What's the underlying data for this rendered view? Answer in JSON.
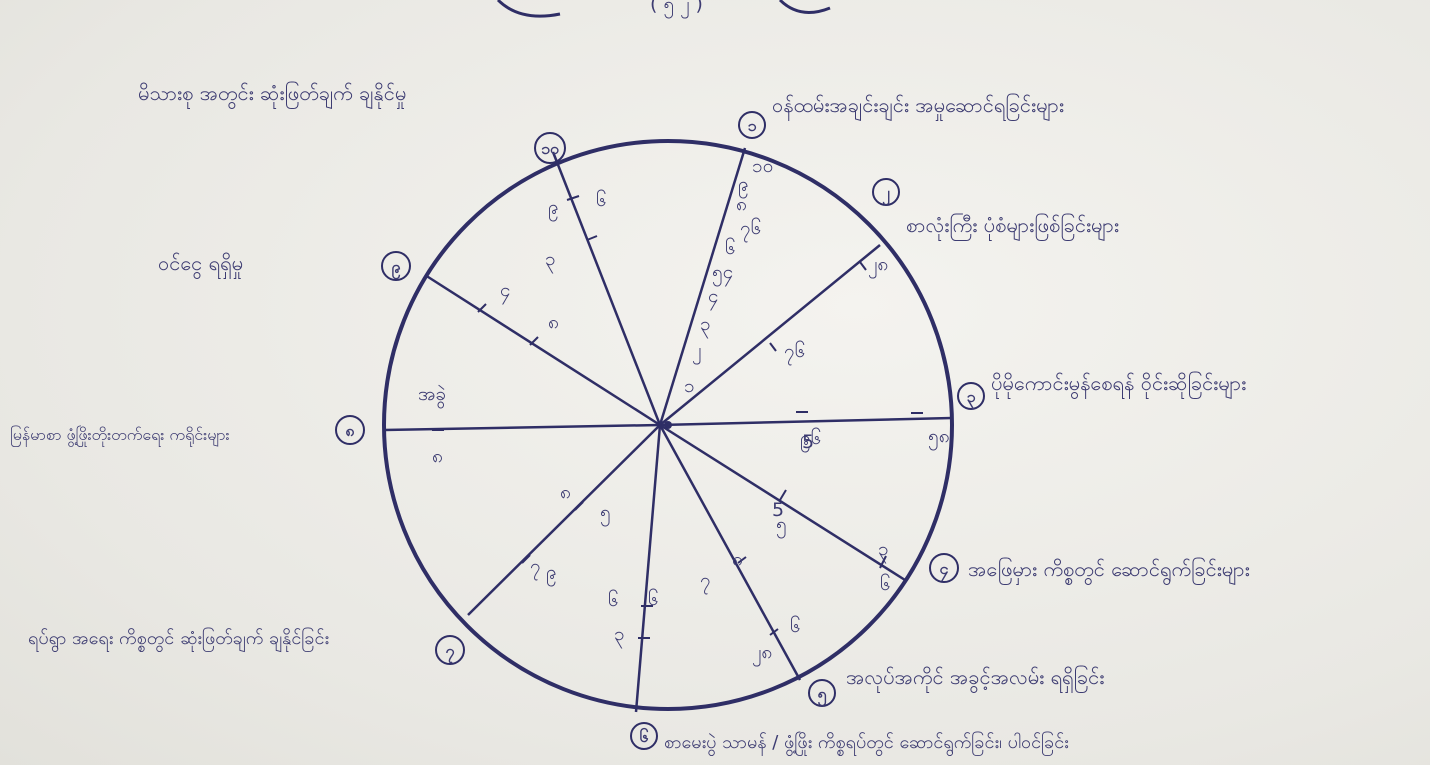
{
  "diagram": {
    "outer_labels": [
      {
        "id": "1",
        "num": "၁",
        "text": "ဝန်ထမ်းအချင်းချင်း အမှုဆောင်ရခြင်းများ"
      },
      {
        "id": "2",
        "num": "၂",
        "text": "စာလုံးကြီး ပုံစံများဖြစ်ခြင်းများ"
      },
      {
        "id": "3",
        "num": "၃",
        "text": "ပိုမိုကောင်းမွန်စေရန် ဝိုင်းဆိုခြင်းများ"
      },
      {
        "id": "4",
        "num": "၄",
        "text": "အဖြေမှား ကိစ္စတွင် ဆောင်ရွက်ခြင်းများ"
      },
      {
        "id": "5",
        "num": "၅",
        "text": "အလုပ်အကိုင် အခွင့်အလမ်း ရရှိခြင်း"
      },
      {
        "id": "6",
        "num": "၆",
        "text": "စာမေးပွဲ သာမန် / ဖွံ့ဖြိုး ကိစ္စရပ်တွင် ဆောင်ရွက်ခြင်း၊ ပါဝင်ခြင်း"
      },
      {
        "id": "7",
        "num": "၇",
        "text": "ရပ်ရွာ အရေး ကိစ္စတွင် ဆုံးဖြတ်ချက် ချနိုင်ခြင်း"
      },
      {
        "id": "8",
        "num": "၈",
        "text": "မြန်မာစာ ဖွံ့ဖြိုးတိုးတက်ရေး ကရိုင်းများ"
      },
      {
        "id": "9",
        "num": "၉",
        "text": "ဝင်ငွေ ရရှိမှု"
      },
      {
        "id": "10",
        "num": "၁၀",
        "text": "မိသားစု အတွင်း ဆုံးဖြတ်ချက် ချနိုင်မှု"
      }
    ],
    "spoke_ticks": [
      {
        "text": "၁၀"
      },
      {
        "text": "၉"
      },
      {
        "text": "၈"
      },
      {
        "text": "၇၆"
      },
      {
        "text": "၆"
      },
      {
        "text": "၅၄"
      },
      {
        "text": "၄"
      },
      {
        "text": "၃"
      },
      {
        "text": "၂"
      },
      {
        "text": "၁"
      },
      {
        "text": "၉"
      },
      {
        "text": "၆"
      },
      {
        "text": "၄"
      },
      {
        "text": "၈"
      },
      {
        "text": "၃"
      },
      {
        "text": "၂၈"
      },
      {
        "text": "၇၆"
      },
      {
        "text": "၉၆"
      },
      {
        "text": "၅၈"
      },
      {
        "text": "အခွဲ"
      },
      {
        "text": "၈"
      },
      {
        "text": "5"
      },
      {
        "text": "၅"
      },
      {
        "text": "၃"
      },
      {
        "text": "5"
      },
      {
        "text": "၆"
      },
      {
        "text": "၅"
      },
      {
        "text": "၈"
      },
      {
        "text": "၇"
      },
      {
        "text": "၉"
      },
      {
        "text": "၈"
      },
      {
        "text": "၆"
      },
      {
        "text": "၃"
      },
      {
        "text": "၇"
      },
      {
        "text": "၆"
      },
      {
        "text": "၆"
      },
      {
        "text": "၂၈"
      }
    ],
    "top_fragment": "( ၅ ၂ )"
  }
}
